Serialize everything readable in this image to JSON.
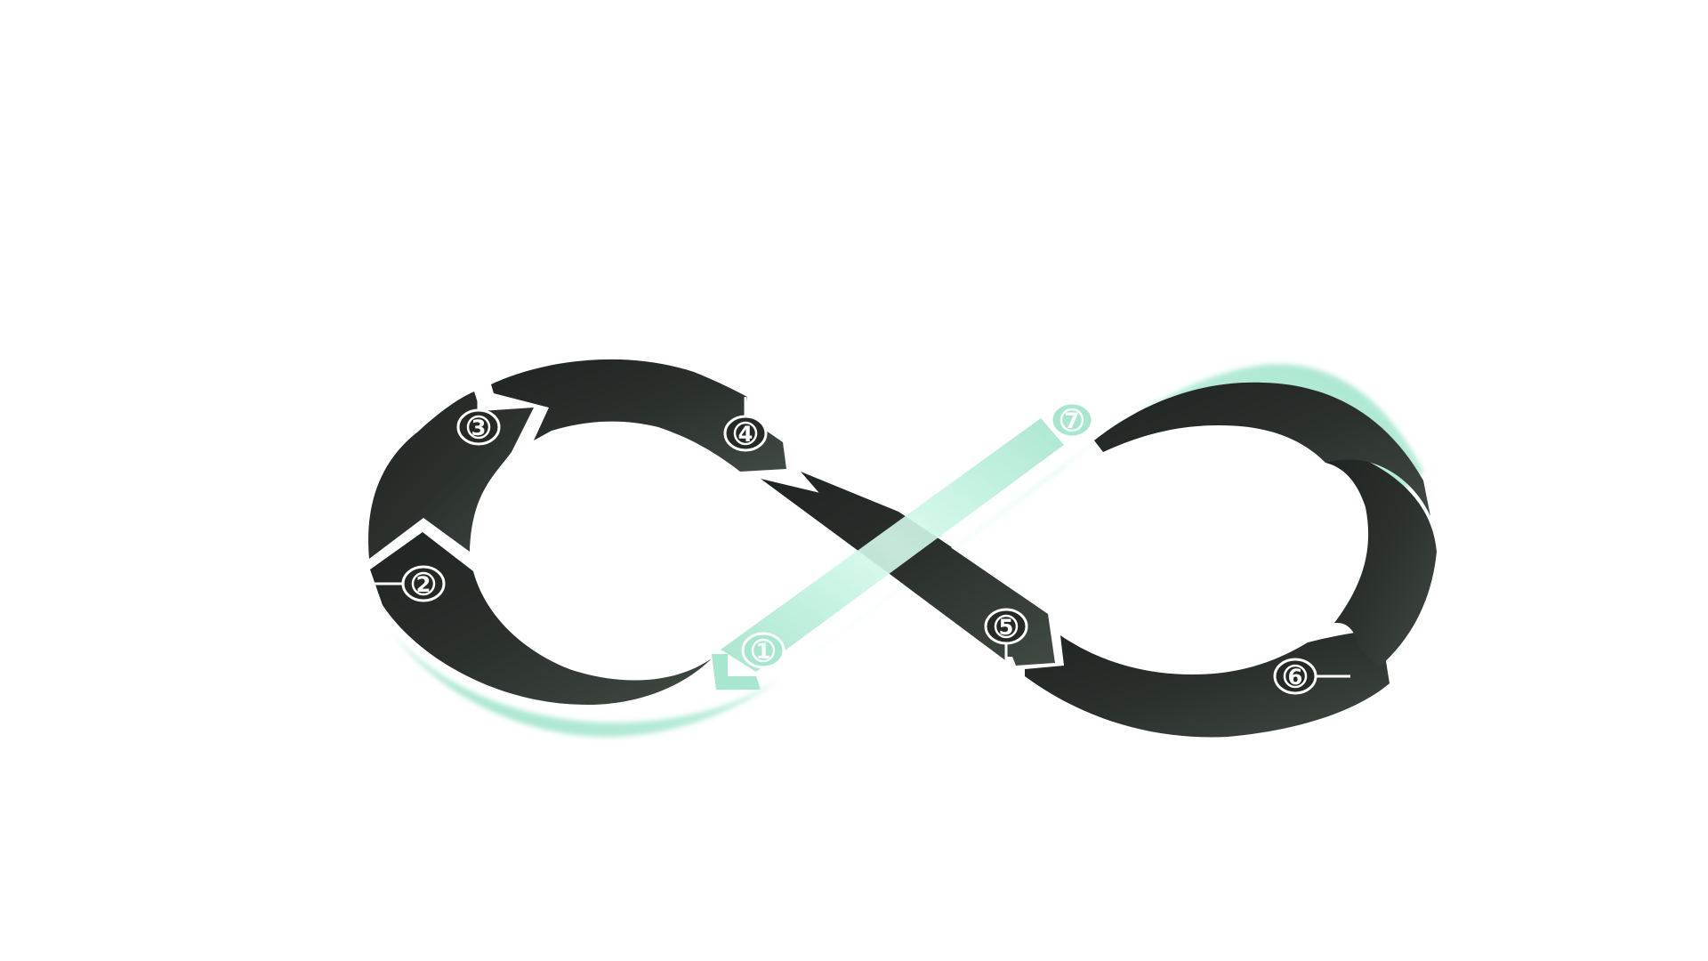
{
  "diagram": {
    "type": "infinity-loop-cycle",
    "colors": {
      "dark_segment": "#262a27",
      "dark_segment_light": "#3d4640",
      "highlight_segment": "#a7e6cf",
      "highlight_glow": "#e8fff6",
      "gap": "#ffffff",
      "badge_ring": "#ffffff"
    },
    "steps": [
      {
        "id": 1,
        "label": "1",
        "highlighted": true
      },
      {
        "id": 2,
        "label": "2",
        "highlighted": false
      },
      {
        "id": 3,
        "label": "3",
        "highlighted": false
      },
      {
        "id": 4,
        "label": "4",
        "highlighted": false
      },
      {
        "id": 5,
        "label": "5",
        "highlighted": false
      },
      {
        "id": 6,
        "label": "6",
        "highlighted": false
      },
      {
        "id": 7,
        "label": "7",
        "highlighted": true
      }
    ]
  }
}
